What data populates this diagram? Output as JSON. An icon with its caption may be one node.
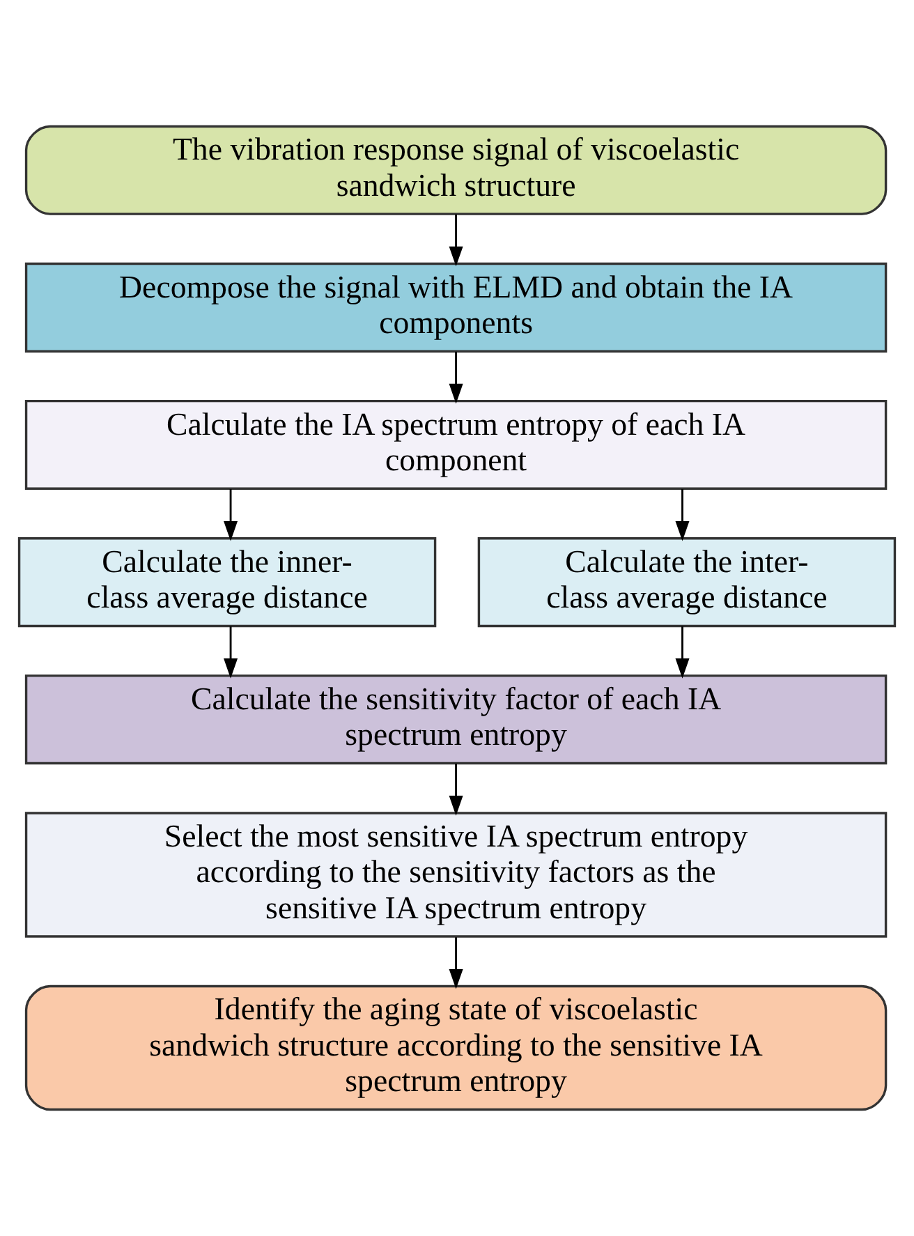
{
  "diagram": {
    "nodes": [
      {
        "text": [
          "The vibration response signal of viscoelastic sandwich structure"
        ]
      },
      {
        "text": [
          "Decompose the signal with ELMD and obtain the IA components"
        ]
      },
      {
        "text": [
          "Calculate the IA spectrum entropy of each IA component"
        ]
      },
      {
        "text": [
          "Calculate the inner-class average distance"
        ]
      },
      {
        "text": [
          "Calculate the inter-class average distance"
        ]
      },
      {
        "text": [
          "Calculate the sensitivity factor of each IA spectrum entropy"
        ]
      },
      {
        "text": [
          "Select the most sensitive IA spectrum entropy according to the sensitivity factors as the sensitive IA spectrum entropy"
        ]
      },
      {
        "text": [
          "Identify the aging state of viscoelastic sandwich structure according to the sensitive IA spectrum entropy"
        ]
      }
    ],
    "edges": [
      {
        "from": 0,
        "to": 1,
        "arrow": "to"
      },
      {
        "from": 1,
        "to": 2,
        "arrow": "to"
      },
      {
        "from": 2,
        "to": 3,
        "arrow": "to"
      },
      {
        "from": 2,
        "to": 4,
        "arrow": "to"
      },
      {
        "from": 3,
        "to": 5,
        "arrow": "to"
      },
      {
        "from": 4,
        "to": 5,
        "arrow": "to"
      },
      {
        "from": 5,
        "to": 6,
        "arrow": "to"
      },
      {
        "from": 6,
        "to": 7,
        "arrow": "to"
      }
    ]
  }
}
